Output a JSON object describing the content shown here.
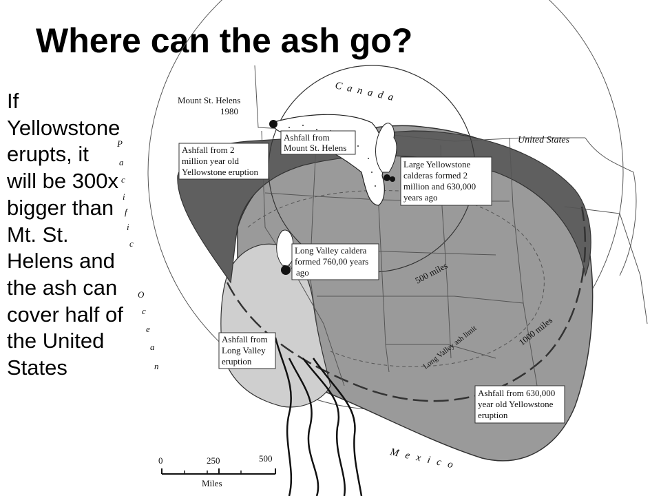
{
  "title": "Where can the ash go?",
  "side_text_lines": [
    "If",
    "Yellowstone",
    "erupts, it",
    "will be 300x",
    "bigger than",
    "Mt. St.",
    "Helens and",
    "the ash can",
    "cover half of",
    "the United",
    "States"
  ],
  "map": {
    "country_canada": "C a n a d a",
    "country_us": "United States",
    "country_mexico": "M e x i c o",
    "ocean_letters": [
      "P",
      "a",
      "c",
      "i",
      "f",
      "i",
      "c",
      "O",
      "c",
      "e",
      "a",
      "n"
    ],
    "labels": {
      "mt_st_helens": [
        "Mount St. Helens",
        "1980"
      ],
      "ashfall_2m": [
        "Ashfall from 2",
        "million year old",
        "Yellowstone eruption"
      ],
      "ashfall_msh": [
        "Ashfall from",
        "Mount St. Helens"
      ],
      "large_yellowstone": [
        "Large Yellowstone",
        "calderas formed 2",
        "million and 630,000",
        "years ago"
      ],
      "long_valley_caldera": [
        "Long Valley caldera",
        "formed 760,00 years",
        "ago"
      ],
      "ashfall_long_valley": [
        "Ashfall from",
        "Long Valley",
        "eruption"
      ],
      "ashfall_630k": [
        "Ashfall from 630,000",
        "year old Yellowstone",
        "eruption"
      ],
      "miles_500": "500 miles",
      "miles_1000": "1000 miles",
      "long_valley_limit": "Long Valley ash limit"
    },
    "scale": {
      "ticks": [
        "0",
        "250",
        "500"
      ],
      "unit": "Miles"
    },
    "colors": {
      "ashfall_2m": "#5f5f5f",
      "ashfall_630k": "#9a9a9a",
      "ashfall_long_valley": "#cfcfcf",
      "map_lines": "#444444"
    }
  }
}
